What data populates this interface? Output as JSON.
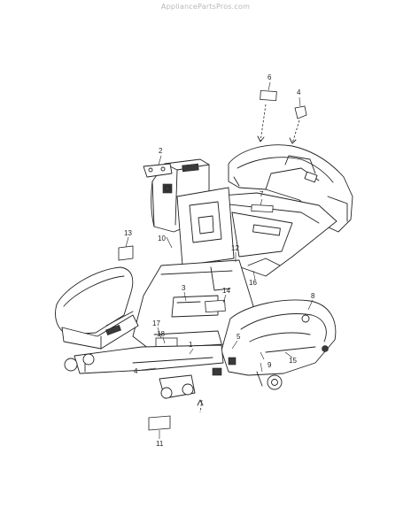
{
  "watermark": "AppliancePartsPros.com",
  "callouts": {
    "c1": "1",
    "c2": "2",
    "c3": "3",
    "c4a": "4",
    "c4b": "4",
    "c5": "5",
    "c6": "6",
    "c7": "7",
    "c8": "8",
    "c9": "9",
    "c10": "10",
    "c11": "11",
    "c12": "12",
    "c13": "13",
    "c14": "14",
    "c15": "15",
    "c16": "16",
    "c17": "17",
    "c18": "18"
  }
}
